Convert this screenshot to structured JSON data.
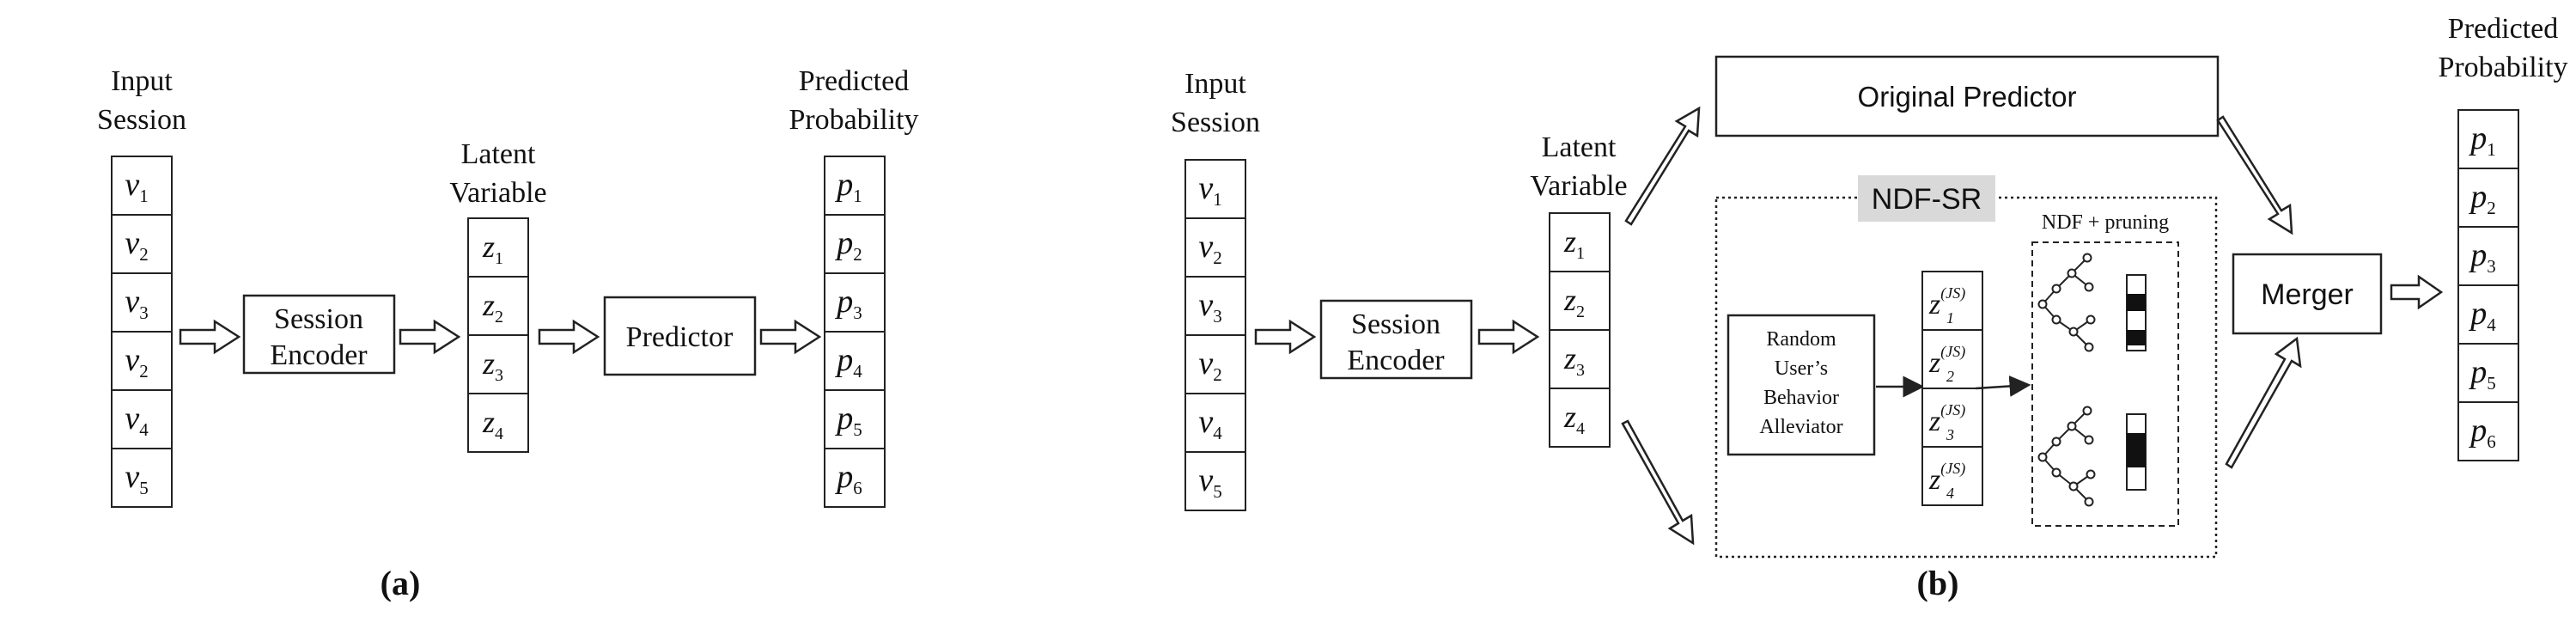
{
  "panel_a": {
    "label": "(a)",
    "input_title": [
      "Input",
      "Session"
    ],
    "inputs": [
      {
        "v": "v",
        "s": "1"
      },
      {
        "v": "v",
        "s": "2"
      },
      {
        "v": "v",
        "s": "3"
      },
      {
        "v": "v",
        "s": "2"
      },
      {
        "v": "v",
        "s": "4"
      },
      {
        "v": "v",
        "s": "5"
      }
    ],
    "encoder_label": [
      "Session",
      "Encoder"
    ],
    "latent_title": [
      "Latent",
      "Variable"
    ],
    "latents": [
      {
        "v": "z",
        "s": "1"
      },
      {
        "v": "z",
        "s": "2"
      },
      {
        "v": "z",
        "s": "3"
      },
      {
        "v": "z",
        "s": "4"
      }
    ],
    "predictor_label": "Predictor",
    "output_title": [
      "Predicted",
      "Probability"
    ],
    "outputs": [
      {
        "v": "p",
        "s": "1"
      },
      {
        "v": "p",
        "s": "2"
      },
      {
        "v": "p",
        "s": "3"
      },
      {
        "v": "p",
        "s": "4"
      },
      {
        "v": "p",
        "s": "5"
      },
      {
        "v": "p",
        "s": "6"
      }
    ]
  },
  "panel_b": {
    "label": "(b)",
    "input_title": [
      "Input",
      "Session"
    ],
    "inputs": [
      {
        "v": "v",
        "s": "1"
      },
      {
        "v": "v",
        "s": "2"
      },
      {
        "v": "v",
        "s": "3"
      },
      {
        "v": "v",
        "s": "2"
      },
      {
        "v": "v",
        "s": "4"
      },
      {
        "v": "v",
        "s": "5"
      }
    ],
    "encoder_label": [
      "Session",
      "Encoder"
    ],
    "latent_title": [
      "Latent",
      "Variable"
    ],
    "latents": [
      {
        "v": "z",
        "s": "1"
      },
      {
        "v": "z",
        "s": "2"
      },
      {
        "v": "z",
        "s": "3"
      },
      {
        "v": "z",
        "s": "4"
      }
    ],
    "original_predictor_label": "Original Predictor",
    "ndf_sr_label": "NDF-SR",
    "ndf_pruning_label": "NDF + pruning",
    "alleviator_label": [
      "Random",
      "User’s",
      "Behavior",
      "Alleviator"
    ],
    "js_latents": [
      {
        "v": "z",
        "s": "1",
        "sup": "(JS)"
      },
      {
        "v": "z",
        "s": "2",
        "sup": "(JS)"
      },
      {
        "v": "z",
        "s": "3",
        "sup": "(JS)"
      },
      {
        "v": "z",
        "s": "4",
        "sup": "(JS)"
      }
    ],
    "merger_label": "Merger",
    "output_title": [
      "Predicted",
      "Probability"
    ],
    "outputs": [
      {
        "v": "p",
        "s": "1"
      },
      {
        "v": "p",
        "s": "2"
      },
      {
        "v": "p",
        "s": "3"
      },
      {
        "v": "p",
        "s": "4"
      },
      {
        "v": "p",
        "s": "5"
      },
      {
        "v": "p",
        "s": "6"
      }
    ]
  },
  "colors": {
    "stroke": "#222222",
    "ndf_label_bg": "#d9d9d9",
    "bar_dark": "#111111"
  }
}
